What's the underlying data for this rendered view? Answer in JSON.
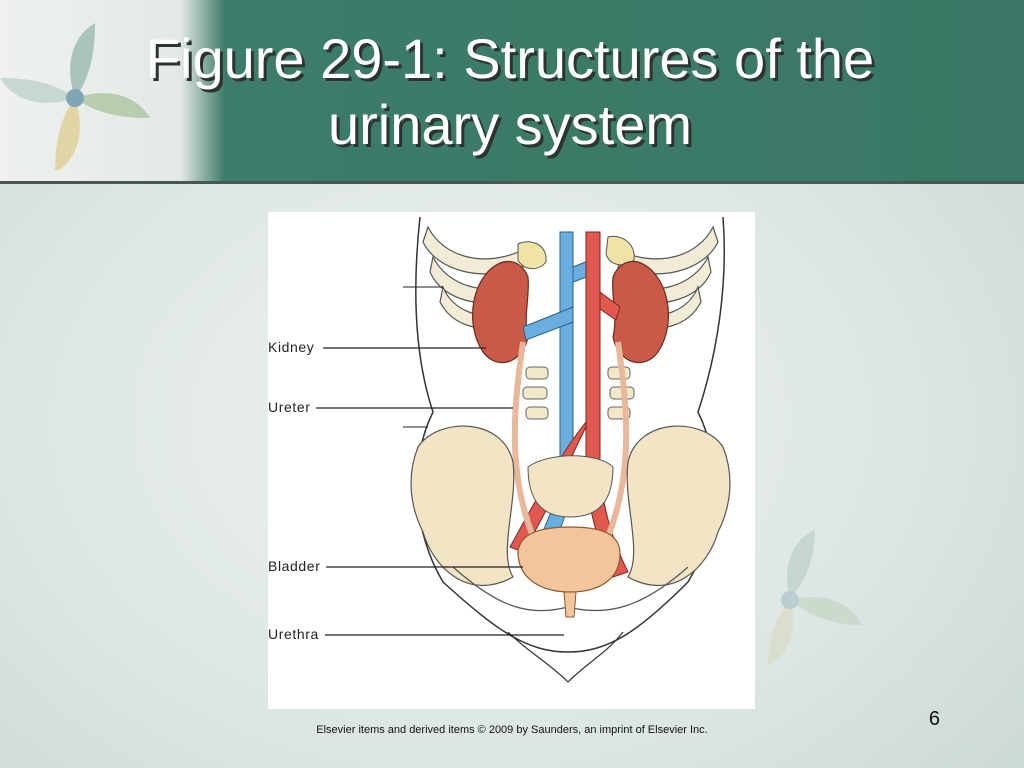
{
  "slide": {
    "title_line1": "Figure 29-1: Structures of the",
    "title_line2": "urinary system",
    "page_number": "6",
    "copyright": "Elsevier items and derived items © 2009 by Saunders, an imprint of Elsevier Inc."
  },
  "figure": {
    "labels": {
      "kidney": "Kidney",
      "ureter": "Ureter",
      "bladder": "Bladder",
      "urethra": "Urethra"
    }
  }
}
